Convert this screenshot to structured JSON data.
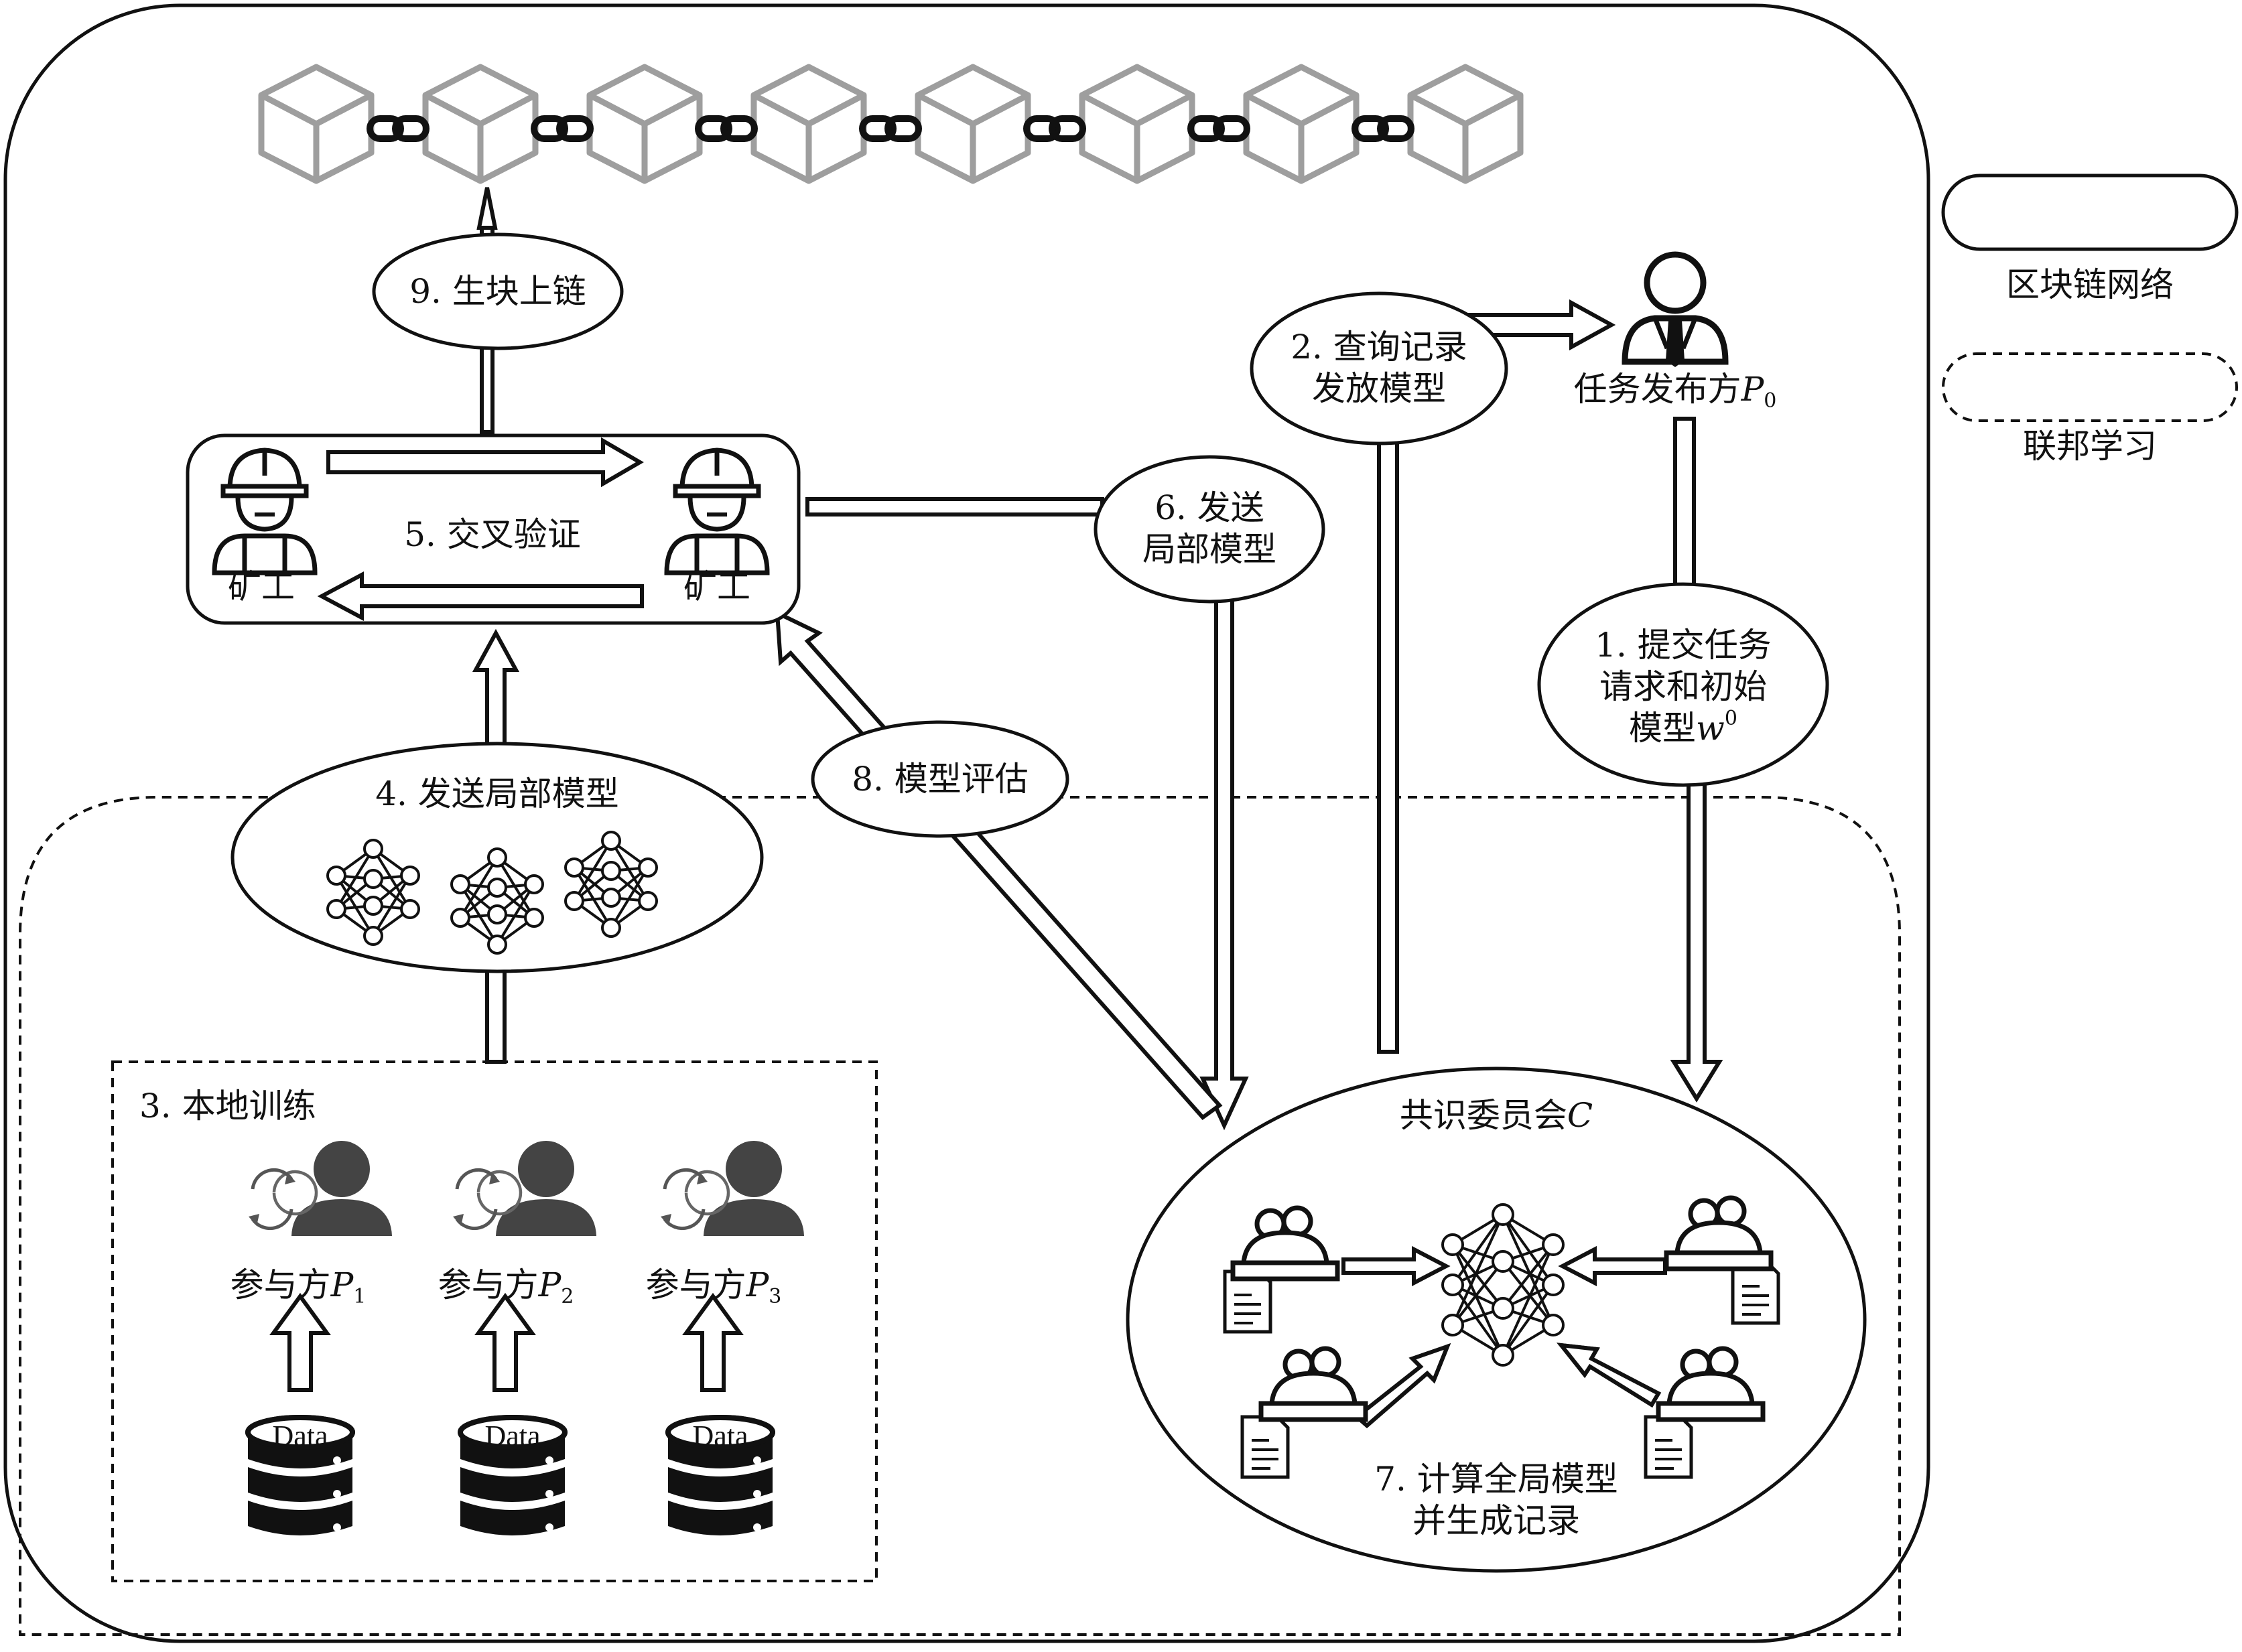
{
  "legend": {
    "blockchain_network": "区块链网络",
    "federated_learning": "联邦学习"
  },
  "steps": {
    "s1_line1": "1. 提交任务",
    "s1_line2": "请求和初始",
    "s1_line3": "模型",
    "s1_var": "w",
    "s1_sup": "0",
    "s2_line1": "2. 查询记录",
    "s2_line2": "发放模型",
    "s3": "3. 本地训练",
    "s4": "4. 发送局部模型",
    "s5": "5. 交叉验证",
    "s6_line1": "6. 发送",
    "s6_line2": "局部模型",
    "s7_line1": "7. 计算全局模型",
    "s7_line2": "并生成记录",
    "s8": "8. 模型评估",
    "s9": "9. 生块上链"
  },
  "actors": {
    "task_publisher": "任务发布方",
    "task_publisher_var": "P",
    "task_publisher_sub": "0",
    "miner_left": "矿工",
    "miner_right": "矿工",
    "committee": "共识委员会",
    "committee_var": "C",
    "participant_label": "参与方",
    "participant_var": "P",
    "participants": [
      "1",
      "2",
      "3"
    ]
  },
  "data_labels": [
    "Data",
    "Data",
    "Data"
  ],
  "colors": {
    "block": "#9e9e9e",
    "chain_link": "#111111",
    "participant": "#444444",
    "line": "#111111"
  },
  "icons": {
    "block": "cube-icon",
    "link": "chain-link-icon",
    "miner": "miner-helmet-icon",
    "publisher": "businessman-icon",
    "participant": "person-sync-icon",
    "database": "database-icon",
    "neural_net": "neural-network-icon",
    "committee_member": "group-document-icon"
  }
}
